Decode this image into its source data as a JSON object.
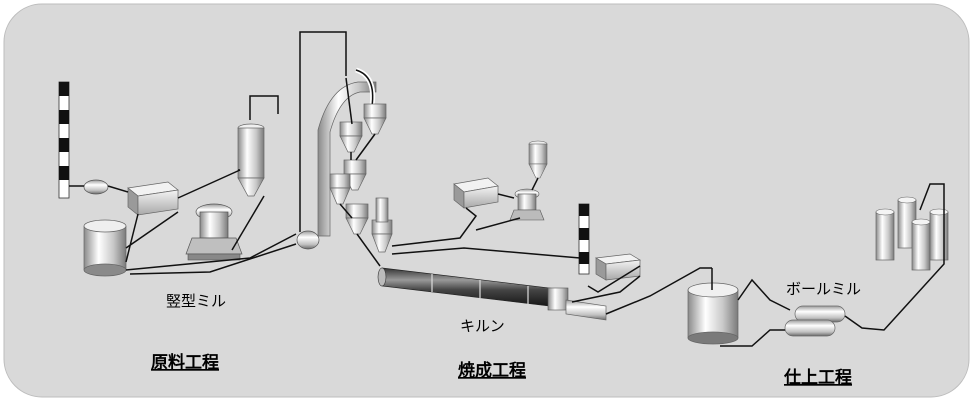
{
  "labels": {
    "vertical_mill": "竪型ミル",
    "kiln": "キルン",
    "ball_mill": "ボールミル"
  },
  "sections": {
    "raw_material": "原料工程",
    "burning": "焼成工程",
    "finishing": "仕上工程"
  },
  "colors": {
    "panel_bg": "#d9d9d9",
    "line": "#111111"
  }
}
